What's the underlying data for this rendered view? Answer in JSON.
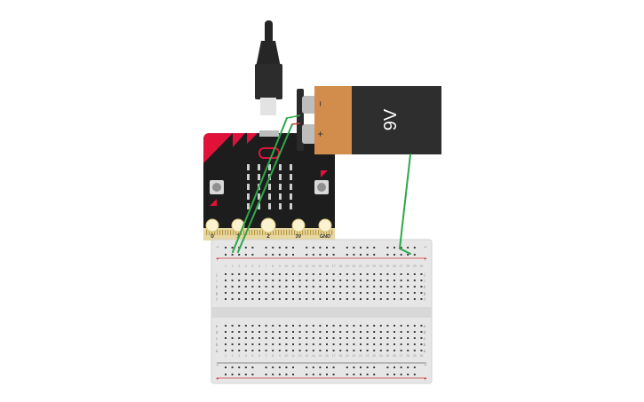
{
  "battery": {
    "label": "9V",
    "minus_symbol": "−",
    "plus_symbol": "+",
    "body_color": "#2e2e2e",
    "band_color": "#d28c4c"
  },
  "microbit": {
    "board_color": "#1d1d1d",
    "accent_color": "#e0123a",
    "edge_color": "#e8d7a0",
    "pins": [
      "0",
      "1",
      "2",
      "3V",
      "GND"
    ]
  },
  "usb_cable": {
    "color": "#262626"
  },
  "breadboard": {
    "body_color": "#e6e6e6",
    "hole_color": "#3a3a3a",
    "rail_positive_color": "#d03a3a",
    "rail_negative_color": "#666666",
    "rail_signs": {
      "negative": "−",
      "positive": "+"
    },
    "row_letters_top": [
      "a",
      "b",
      "c",
      "d",
      "e"
    ],
    "row_letters_bottom": [
      "f",
      "g",
      "h",
      "i",
      "j"
    ],
    "column_count": 30
  },
  "wires": {
    "color": "#2ea84a"
  }
}
